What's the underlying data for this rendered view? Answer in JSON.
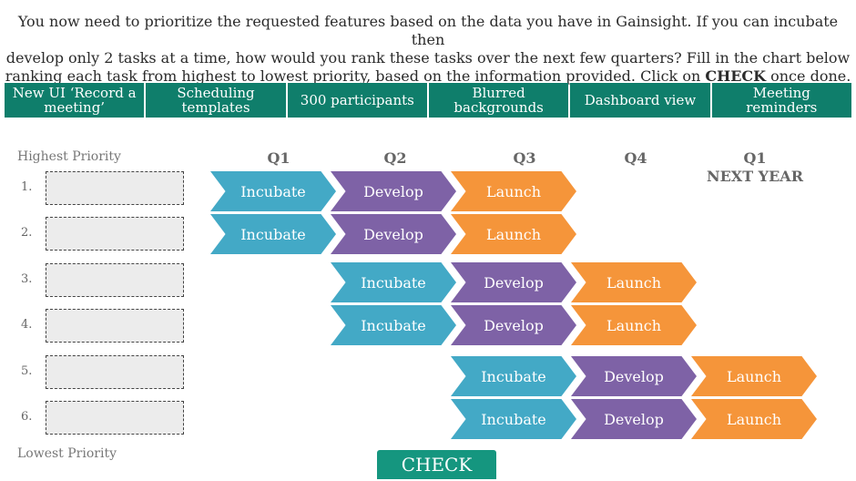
{
  "instructions": {
    "line1": "You now need to prioritize the requested features based on the data you have in Gainsight. If you can incubate then",
    "line2": "develop only 2 tasks at a time, how would you rank these tasks over the next few quarters? Fill in the chart below",
    "line3_prefix": "ranking each task from highest to lowest priority, based on the information provided. Click on ",
    "line3_bold": "CHECK",
    "line3_suffix": " once done."
  },
  "feature_tiles": [
    {
      "label_line1": "New UI ‘Record a",
      "label_line2": "meeting’"
    },
    {
      "label_line1": "Scheduling",
      "label_line2": "templates"
    },
    {
      "label_line1": "300 participants",
      "label_line2": ""
    },
    {
      "label_line1": "Blurred",
      "label_line2": "backgrounds"
    },
    {
      "label_line1": "Dashboard view",
      "label_line2": ""
    },
    {
      "label_line1": "Meeting",
      "label_line2": "reminders"
    }
  ],
  "labels": {
    "highest": "Highest Priority",
    "lowest": "Lowest Priority"
  },
  "rank_numbers": [
    "1.",
    "2.",
    "3.",
    "4.",
    "5.",
    "6."
  ],
  "quarters": [
    {
      "label": "Q1",
      "sub": ""
    },
    {
      "label": "Q2",
      "sub": ""
    },
    {
      "label": "Q3",
      "sub": ""
    },
    {
      "label": "Q4",
      "sub": ""
    },
    {
      "label": "Q1",
      "sub": "NEXT YEAR"
    }
  ],
  "phases": {
    "incubate": "Incubate",
    "develop": "Develop",
    "launch": "Launch"
  },
  "check_button": "CHECK",
  "colors": {
    "tile": "#0f7e6b",
    "check": "#15967f",
    "incubate": "#43a9c6",
    "develop": "#7e62a6",
    "launch": "#f5953a"
  }
}
